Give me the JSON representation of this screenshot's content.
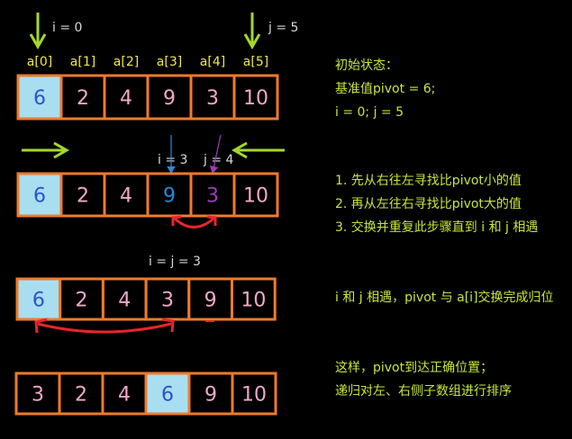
{
  "colors": {
    "background": "#000000",
    "cell_border": "#f07a2a",
    "pivot_fill": "#a9def0",
    "cell_text": "#f2a8c8",
    "pivot_text": "#2a55c8",
    "annotation_text": "#c6e63a",
    "pointer_label": "#d8d8d8",
    "pointer_arrow": "#a4d82a",
    "index_label": "#f2e84a",
    "swap_arrow": "#e8242c",
    "i_highlight": "#2a88d8",
    "j_highlight": "#9a40b8"
  },
  "row1": {
    "i_label": "i = 0",
    "j_label": "j = 5",
    "indices": [
      "a[0]",
      "a[1]",
      "a[2]",
      "a[3]",
      "a[4]",
      "a[5]"
    ],
    "cells": [
      "6",
      "2",
      "4",
      "9",
      "3",
      "10"
    ],
    "notes": [
      "初始状态：",
      "基准值pivot = 6;",
      "i = 0; j = 5"
    ]
  },
  "row2": {
    "i_label": "i = 3",
    "j_label": "j = 4",
    "cells": [
      "6",
      "2",
      "4",
      "9",
      "3",
      "10"
    ],
    "notes": [
      "1. 先从右往左寻找比pivot小的值",
      "2. 再从左往右寻找比pivot大的值",
      "3. 交换并重复此步骤直到 i 和 j 相遇"
    ]
  },
  "row3": {
    "meet_label": "i = j = 3",
    "cells": [
      "6",
      "2",
      "4",
      "3",
      "9",
      "10"
    ],
    "notes": [
      "i 和 j 相遇，pivot 与 a[i]交换完成归位"
    ]
  },
  "row4": {
    "cells": [
      "3",
      "2",
      "4",
      "6",
      "9",
      "10"
    ],
    "notes": [
      "这样，pivot到达正确位置；",
      "递归对左、右侧子数组进行排序"
    ]
  }
}
